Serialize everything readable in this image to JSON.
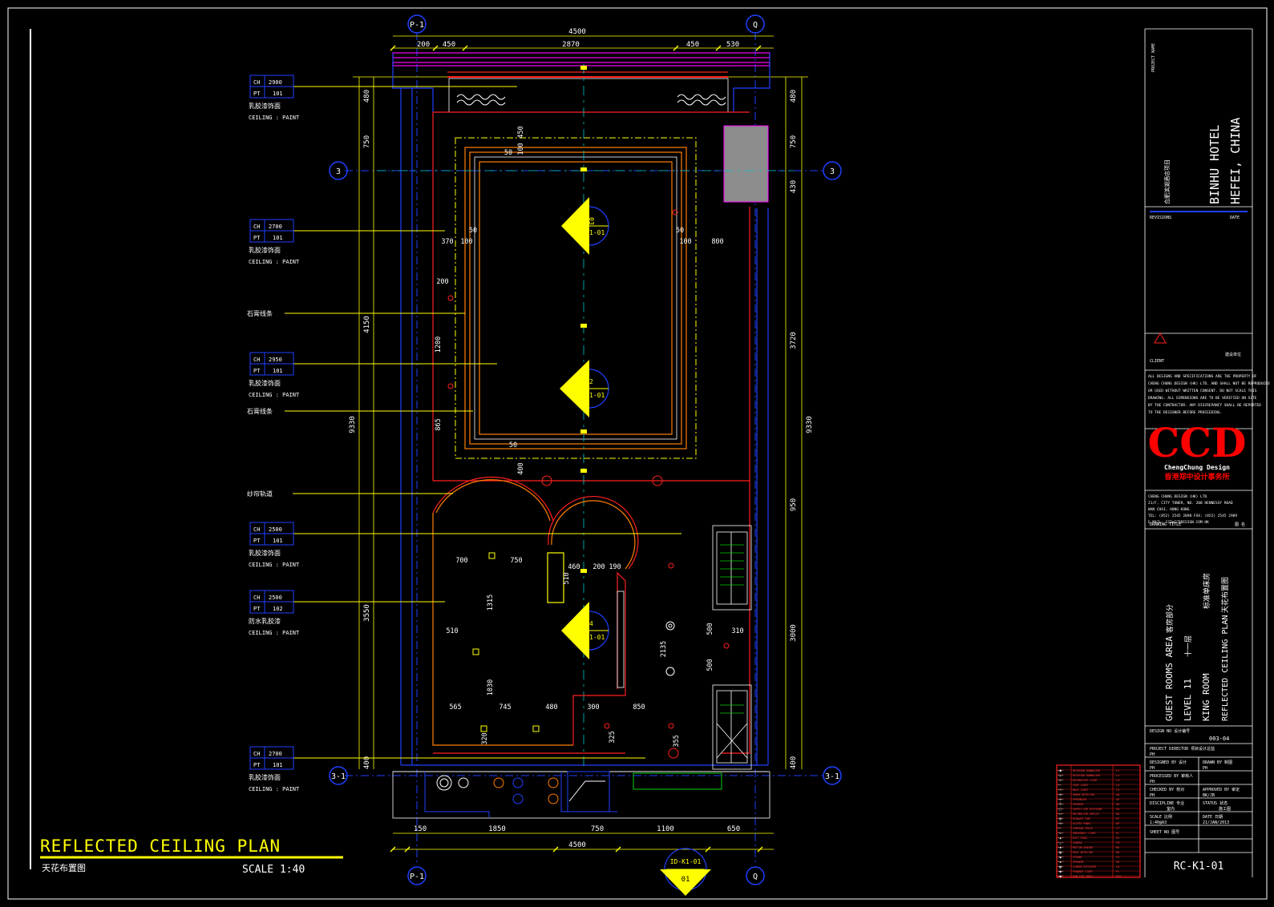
{
  "drawing": {
    "title": "REFLECTED  CEILING  PLAN",
    "title_cn": "天花布置图",
    "scale": "SCALE 1:40"
  },
  "grid": {
    "col_left": "P-1",
    "col_right": "Q",
    "row_mid": "3",
    "row_bottom": "3-1"
  },
  "dims": {
    "top_total": "4500",
    "top_segments": [
      "200",
      "450",
      "2870",
      "450",
      "530"
    ],
    "bottom_segments": [
      "150",
      "1850",
      "750",
      "1100",
      "650"
    ],
    "bottom_total": "4500",
    "left_total": "9330",
    "left_segments": [
      "480",
      "750",
      "4150",
      "3550",
      "400"
    ],
    "right_total": "9330",
    "right_segments": [
      "480",
      "750",
      "430",
      "3720",
      "950",
      "3000",
      "400"
    ],
    "internal": [
      "450",
      "100",
      "50",
      "50",
      "370",
      "100",
      "50",
      "100",
      "800",
      "200",
      "1200",
      "865",
      "50",
      "400",
      "700",
      "750",
      "460",
      "200",
      "190",
      "510",
      "1315",
      "510",
      "2135",
      "1030",
      "500",
      "310",
      "500",
      "565",
      "745",
      "480",
      "300",
      "850",
      "320",
      "325",
      "355"
    ]
  },
  "tags": [
    {
      "ch": "CH",
      "ch_val": "2900",
      "pt": "PT",
      "pt_val": "101",
      "cn": "乳胶漆饰面",
      "en": "CEILING : PAINT"
    },
    {
      "ch": "CH",
      "ch_val": "2700",
      "pt": "PT",
      "pt_val": "101",
      "cn": "乳胶漆饰面",
      "en": "CEILING : PAINT"
    },
    {
      "cn": "石膏线条"
    },
    {
      "ch": "CH",
      "ch_val": "2950",
      "pt": "PT",
      "pt_val": "101",
      "cn": "乳胶漆饰面",
      "en": "CEILING : PAINT"
    },
    {
      "cn": "石膏线条"
    },
    {
      "cn": "纱帘轨道"
    },
    {
      "ch": "CH",
      "ch_val": "2500",
      "pt": "PT",
      "pt_val": "101",
      "cn": "乳胶漆饰面",
      "en": "CEILING : PAINT"
    },
    {
      "ch": "CH",
      "ch_val": "2500",
      "pt": "PT",
      "pt_val": "102",
      "cn": "防水乳胶漆",
      "en": "CEILING : PAINT"
    },
    {
      "ch": "CH",
      "ch_val": "2700",
      "pt": "PT",
      "pt_val": "101",
      "cn": "乳胶漆饰面",
      "en": "CEILING : PAINT"
    }
  ],
  "elevation_markers": [
    {
      "num": "03",
      "ref": "ID-K1-01"
    },
    {
      "num": "02",
      "ref": "ID-K1-01"
    },
    {
      "num": "04",
      "ref": "ID-K1-01"
    },
    {
      "num": "01",
      "ref": "ID-K1-01"
    }
  ],
  "title_block": {
    "project_name_label": "PROJECT NAME",
    "project_cn": "合肥滨湖酒店项目",
    "project_line1": "BINHU HOTEL",
    "project_line2": "HEFEI, CHINA",
    "revisions_label": "REVISIONS",
    "date_label": "DATE",
    "client_label": "CLIENT",
    "client_cn": "建设单位",
    "notes": [
      "ALL DESIGNS AND SPECIFICATIONS ARE THE PROPERTY OF",
      "CHENG CHUNG DESIGN (HK) LTD. AND SHALL NOT BE REPRODUCED",
      "OR USED WITHOUT WRITTEN CONSENT. DO NOT SCALE THIS",
      "DRAWING. ALL DIMENSIONS ARE TO BE VERIFIED ON SITE",
      "BY THE CONTRACTOR. ANY DISCREPANCY SHALL BE REPORTED",
      "TO THE DESIGNER BEFORE PROCEEDING."
    ],
    "logo": "CCD",
    "logo_sub_en": "ChengChung Design",
    "logo_sub_cn": "香港郑中设计事务所",
    "company_lines": [
      "CHENG CHUNG DESIGN (HK) LTD",
      "21/F, CITY TOWER, NO. 200 HENNESSY ROAD",
      "WAN CHAI, HONG KONG",
      "TEL: (852) 2545 2098    FAX: (852) 2545 2989",
      "E-MAIL: CCD@CCDDESIGN.COM.HK"
    ],
    "drawing_title_label": "DRAWING TITLE",
    "drawing_title_cn": "图  名",
    "area_en": "GUEST ROOMS AREA",
    "area_cn": "客房部分",
    "level_en": "LEVEL 11",
    "level_cn": "十一层",
    "room_en": "KING ROOM",
    "room_cn": "标准单床房",
    "plan_en": "REFLECTED  CEILING  PLAN",
    "plan_cn": "天花布置图",
    "design_no_label": "DESIGN NO 设计编号",
    "design_no": "003-04",
    "project_director_label": "PROJECT DIRECTOR  项目设计总监",
    "project_director_val": "PH",
    "designed_by_label": "DESIGNED BY  设计",
    "drawn_by_label": "DRAWN BY  制图",
    "designed_by_val": "PH",
    "drawn_by_val": "PH",
    "processed_by_label": "PROCESSED BY  审核人",
    "processed_by_val": "PH",
    "checked_by_label": "CHECKED BY 校对",
    "approved_by_label": "APPROVED BY 审定",
    "checked_by_val": "PH",
    "approved_by_val": "BK/JB",
    "discipline_label": "DISCIPLINE  专业",
    "status_label": "STATUS  状态",
    "discipline_val": "室内",
    "status_val": "施工图",
    "scale_label": "SCALE  比例",
    "date_label2": "DATE  日期",
    "scale_val": "1:40@A3",
    "date_val": "21/JAN/2013",
    "sheet_no_label": "SHEET NO  图号",
    "sheet_no": "RC-K1-01"
  },
  "legend": {
    "rows": [
      {
        "sym": "—●—",
        "en": "RECESSED DOWNLIGHT",
        "code": "L1"
      },
      {
        "sym": "—◎—",
        "en": "RECESSED DOWNLIGHT",
        "code": "L2"
      },
      {
        "sym": "—⊙—",
        "en": "DECORATIVE LIGHT",
        "code": "L3"
      },
      {
        "sym": "——",
        "en": "COVE LIGHT",
        "code": "L4"
      },
      {
        "sym": "—×—",
        "en": "WALL LIGHT",
        "code": "L5"
      },
      {
        "sym": "—⊗—",
        "en": "SMOKE DETECTOR",
        "code": "SD"
      },
      {
        "sym": "—⊕—",
        "en": "SPRINKLER",
        "code": "SP"
      },
      {
        "sym": "—S—",
        "en": "SPEAKER",
        "code": "SK"
      },
      {
        "sym": "—□—",
        "en": "SUPPLY AIR DIFFUSER",
        "code": "SA"
      },
      {
        "sym": "—▭—",
        "en": "RETURN AIR GRILLE",
        "code": "RA"
      },
      {
        "sym": "—▤—",
        "en": "EXHAUST FAN",
        "code": "EF"
      },
      {
        "sym": "—⊘—",
        "en": "ACCESS PANEL",
        "code": "AP"
      },
      {
        "sym": "——",
        "en": "CURTAIN TRACK",
        "code": "CT"
      },
      {
        "sym": "—◇—",
        "en": "EMERGENCY LIGHT",
        "code": "EL"
      },
      {
        "sym": "—▲—",
        "en": "EXIT SIGN",
        "code": "EX"
      },
      {
        "sym": "—△—",
        "en": "CAMERA",
        "code": "CM"
      },
      {
        "sym": "—◆—",
        "en": "MOTION SENSOR",
        "code": "MS"
      },
      {
        "sym": "—▣—",
        "en": "HEAT DETECTOR",
        "code": "HD"
      },
      {
        "sym": "—◉—",
        "en": "STROBE",
        "code": "ST"
      },
      {
        "sym": "—◈—",
        "en": "SPEAKER",
        "code": "SK"
      },
      {
        "sym": "—▦—",
        "en": "LINEAR DIFFUSER",
        "code": "LD"
      },
      {
        "sym": "—●—",
        "en": "PENDANT LIGHT",
        "code": "PL"
      },
      {
        "sym": "—●—",
        "en": "FAN COIL UNIT",
        "code": "FCU"
      }
    ]
  },
  "colors": {
    "yellow": "#ffff00",
    "white": "#ffffff",
    "red": "#ff2020",
    "orange": "#ff7f00",
    "blue": "#1e40ff",
    "cyan": "#00c8c8",
    "green": "#00d000",
    "magenta": "#ff00ff",
    "gray": "#808080",
    "logo_red": "#ff0000"
  }
}
